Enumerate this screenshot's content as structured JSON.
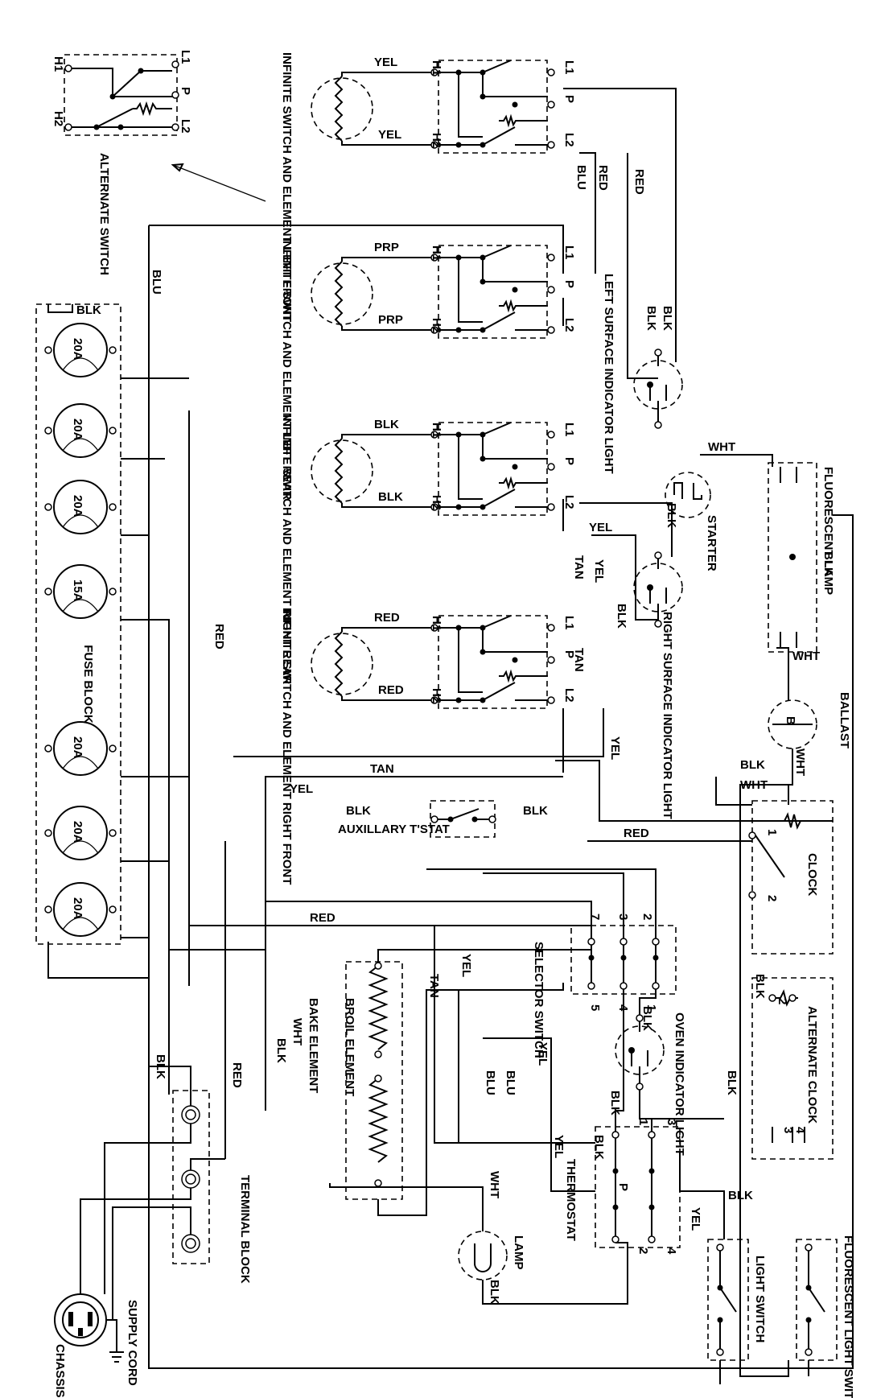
{
  "fuse_block": {
    "label": "FUSE BLOCK",
    "fuses": [
      "20A",
      "20A",
      "20A",
      "15A",
      "20A",
      "20A",
      "20A"
    ]
  },
  "switches": [
    {
      "title": "INFINITE SWITCH AND ELEMENT LEFT FRONT",
      "wire": "YEL"
    },
    {
      "title": "INFINITE SWITCH AND ELEMENT LEFT REAR",
      "wire": "PRP"
    },
    {
      "title": "INFINITE SWITCH AND ELEMENT RIGHT REAR",
      "wire": "BLK"
    },
    {
      "title": "INFINITE SWITCH AND ELEMENT RIGHT FRONT",
      "wire": "RED"
    }
  ],
  "terminals": {
    "h1": "H1",
    "h2": "H2",
    "l1": "L1",
    "l2": "L2",
    "p": "P"
  },
  "alternate_switch": {
    "title": "ALTERNATE SWITCH"
  },
  "indicator_lights": {
    "left": "LEFT SURFACE INDICATOR LIGHT",
    "right": "RIGHT SURFACE INDICATOR LIGHT",
    "oven": "OVEN INDICATOR LIGHT"
  },
  "fluorescent": {
    "starter": "STARTER",
    "lamp": "FLUORESCENT LAMP",
    "ballast": "BALLAST",
    "ballast_mark": "B",
    "switch": "FLUORESCENT LIGHT SWITCH"
  },
  "clock": {
    "title": "CLOCK",
    "alternate": "ALTERNATE CLOCK",
    "t1": "1",
    "t2": "2",
    "t3": "3",
    "t4": "4"
  },
  "aux_tstat": "AUXILLARY T'STAT",
  "selector": {
    "title": "SELECTOR SWITCH",
    "t2": "2",
    "t3": "3",
    "t7": "7",
    "t5": "5",
    "t4": "4",
    "t1": "1"
  },
  "elements": {
    "broil": "BROIL ELEMENT",
    "bake": "BAKE ELEMENT"
  },
  "thermostat": {
    "title": "THERMOSTAT",
    "t1": "1",
    "t2": "2",
    "t3": "3",
    "t4": "4",
    "p": "P"
  },
  "lamp": "LAMP",
  "light_switch": "LIGHT SWITCH",
  "terminal_block": "TERMINAL BLOCK",
  "supply_cord": "SUPPLY CORD",
  "chassis_ground": "CHASSIS GROUND",
  "wires": {
    "blk": "BLK",
    "blu": "BLU",
    "red": "RED",
    "yel": "YEL",
    "tan": "TAN",
    "wht": "WHT",
    "prp": "PRP"
  }
}
